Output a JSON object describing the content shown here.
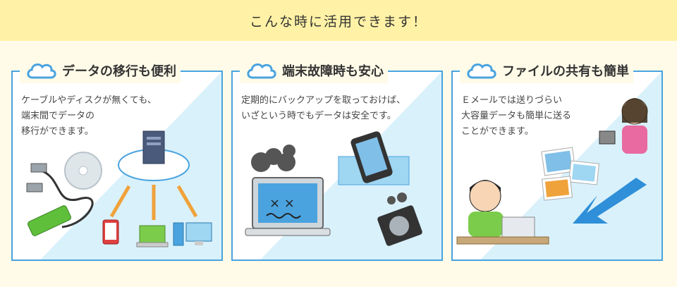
{
  "banner": {
    "title": "こんな時に活用できます！"
  },
  "panels": [
    {
      "title": "データの移行も便利",
      "lines": [
        "ケーブルやディスクが無くても、",
        "端末間でデータの",
        "移行ができます。"
      ]
    },
    {
      "title": "端末故障時も安心",
      "lines": [
        "定期的にバックアップを取っておけば、",
        "いざという時でもデータは安全です。"
      ]
    },
    {
      "title": "ファイルの共有も簡単",
      "lines": [
        "Ｅメールでは送りづらい",
        "大容量データも簡単に送る",
        "ことができます。"
      ]
    }
  ],
  "colors": {
    "accent": "#4aa3df",
    "banner": "#fff2a6",
    "background": "#fffbe8",
    "light_blue": "#d9f1fb"
  },
  "icons": [
    "cloud-icon"
  ]
}
